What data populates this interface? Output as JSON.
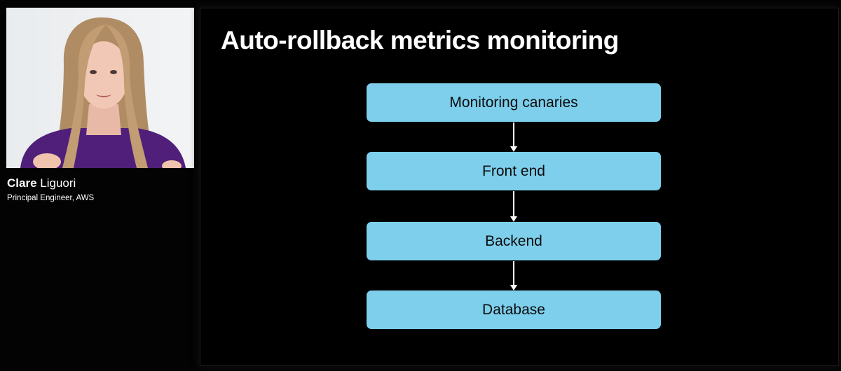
{
  "speaker": {
    "first_name": "Clare",
    "last_name": "Liguori",
    "role": "Principal Engineer, AWS"
  },
  "slide": {
    "title": "Auto-rollback metrics monitoring",
    "flow": [
      {
        "label": "Monitoring canaries"
      },
      {
        "label": "Front end"
      },
      {
        "label": "Backend"
      },
      {
        "label": "Database"
      }
    ]
  },
  "colors": {
    "background": "#030303",
    "slide_background": "#000000",
    "box_fill": "#7dcfec",
    "box_text": "#0c0c0c",
    "title_text": "#ffffff",
    "arrow": "#ffffff"
  },
  "icons": {
    "speaker_video": "speaker-video-feed",
    "flow_connector": "down-arrow-icon"
  }
}
